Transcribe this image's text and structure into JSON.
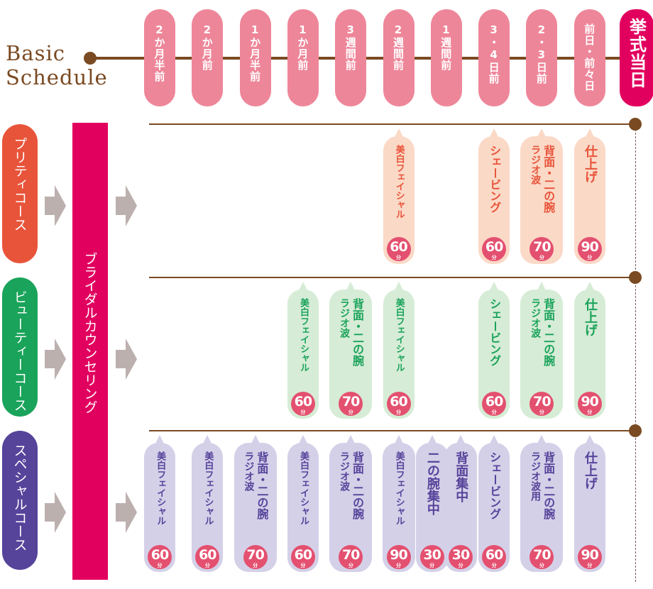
{
  "title": [
    "Basic",
    "Schedule"
  ],
  "timeline": [
    "2か月半前",
    "2か月前",
    "1か月半前",
    "1か月前",
    "3週間前",
    "2週間前",
    "1週間前",
    "3・4日前",
    "2・3日前",
    "前日・前々日",
    "挙式当日"
  ],
  "counseling": "ブライダルカウンセリング",
  "minute_unit": "分",
  "colors": {
    "pretty": "#e8543a",
    "beauty": "#1aa35a",
    "special": "#56439a",
    "accent": "#e2005f",
    "pill": "#ee8699",
    "line": "#7a4a22",
    "badge": "#e4506f"
  },
  "courses": [
    {
      "key": "pretty",
      "label": "プリティコース",
      "items": [
        {
          "col": 5,
          "lines": [
            "美白フェイシャル"
          ],
          "minutes": "60"
        },
        {
          "col": 7,
          "lines": [
            "シェービング"
          ],
          "minutes": "60"
        },
        {
          "col": 8,
          "lines": [
            "背面・二の腕",
            "ラジオ波"
          ],
          "minutes": "70"
        },
        {
          "col": 9,
          "lines": [
            "仕上げ"
          ],
          "minutes": "90"
        }
      ]
    },
    {
      "key": "beauty",
      "label": "ビューティーコース",
      "items": [
        {
          "col": 3,
          "lines": [
            "美白フェイシャル"
          ],
          "minutes": "60"
        },
        {
          "col": 4,
          "lines": [
            "背面・二の腕",
            "ラジオ波"
          ],
          "minutes": "70"
        },
        {
          "col": 5,
          "lines": [
            "美白フェイシャル"
          ],
          "minutes": "60"
        },
        {
          "col": 7,
          "lines": [
            "シェービング"
          ],
          "minutes": "60"
        },
        {
          "col": 8,
          "lines": [
            "背面・二の腕",
            "ラジオ波"
          ],
          "minutes": "70"
        },
        {
          "col": 9,
          "lines": [
            "仕上げ"
          ],
          "minutes": "90"
        }
      ]
    },
    {
      "key": "special",
      "label": "スペシャルコース",
      "items": [
        {
          "col": 0,
          "lines": [
            "美白フェイシャル"
          ],
          "minutes": "60"
        },
        {
          "col": 1,
          "lines": [
            "美白フェイシャル"
          ],
          "minutes": "60"
        },
        {
          "col": 2,
          "lines": [
            "背面・二の腕",
            "ラジオ波"
          ],
          "minutes": "70"
        },
        {
          "col": 3,
          "lines": [
            "美白フェイシャル"
          ],
          "minutes": "60"
        },
        {
          "col": 4,
          "lines": [
            "背面・二の腕",
            "ラジオ波"
          ],
          "minutes": "70"
        },
        {
          "col": 5,
          "lines": [
            "美白フェイシャル"
          ],
          "minutes": "90"
        },
        {
          "col": 5.7,
          "lines": [
            "二の腕集中"
          ],
          "minutes": "30"
        },
        {
          "col": 6.3,
          "lines": [
            "背面集中"
          ],
          "minutes": "30"
        },
        {
          "col": 7,
          "lines": [
            "シェービング"
          ],
          "minutes": "60"
        },
        {
          "col": 8,
          "lines": [
            "背面・二の腕",
            "ラジオ波用"
          ],
          "minutes": "70"
        },
        {
          "col": 9,
          "lines": [
            "仕上げ"
          ],
          "minutes": "90"
        }
      ]
    }
  ]
}
